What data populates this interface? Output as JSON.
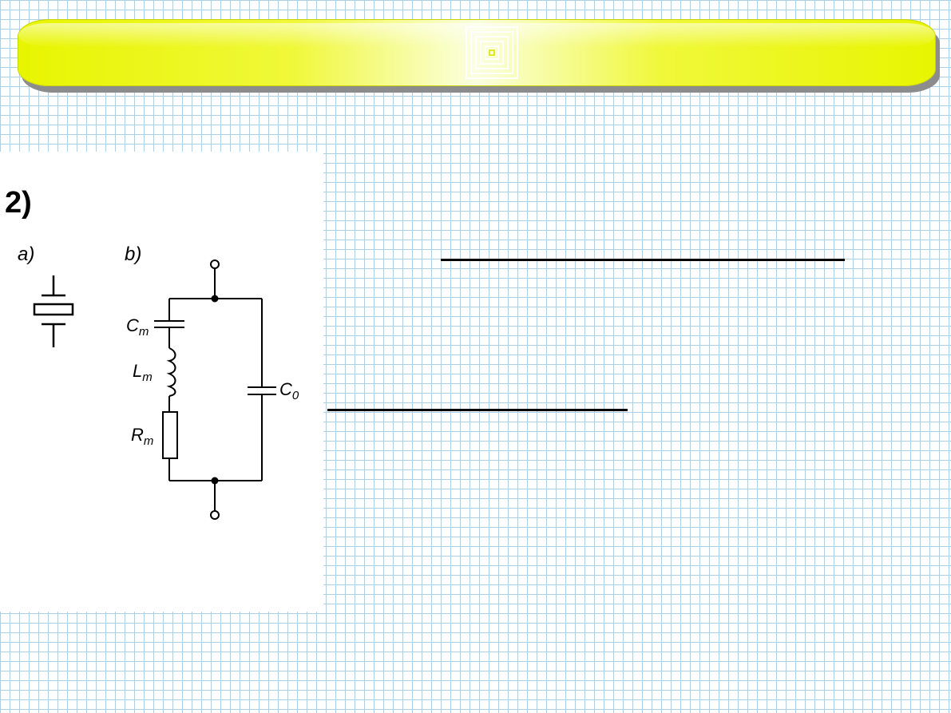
{
  "slide": {
    "problem_number": "2)",
    "figure": {
      "part_a_label": "a)",
      "part_b_label": "b)",
      "components": {
        "cm": "C",
        "cm_sub": "m",
        "lm": "L",
        "lm_sub": "m",
        "rm": "R",
        "rm_sub": "m",
        "c0": "C",
        "c0_sub": "0"
      }
    }
  }
}
